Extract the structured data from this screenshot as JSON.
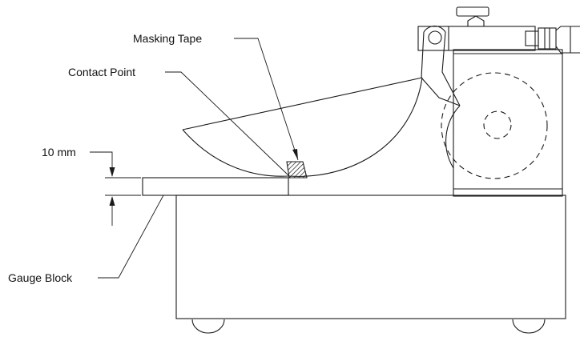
{
  "labels": {
    "masking_tape": "Masking Tape",
    "contact_point": "Contact Point",
    "thickness": "10 mm",
    "gauge_block": "Gauge Block"
  }
}
